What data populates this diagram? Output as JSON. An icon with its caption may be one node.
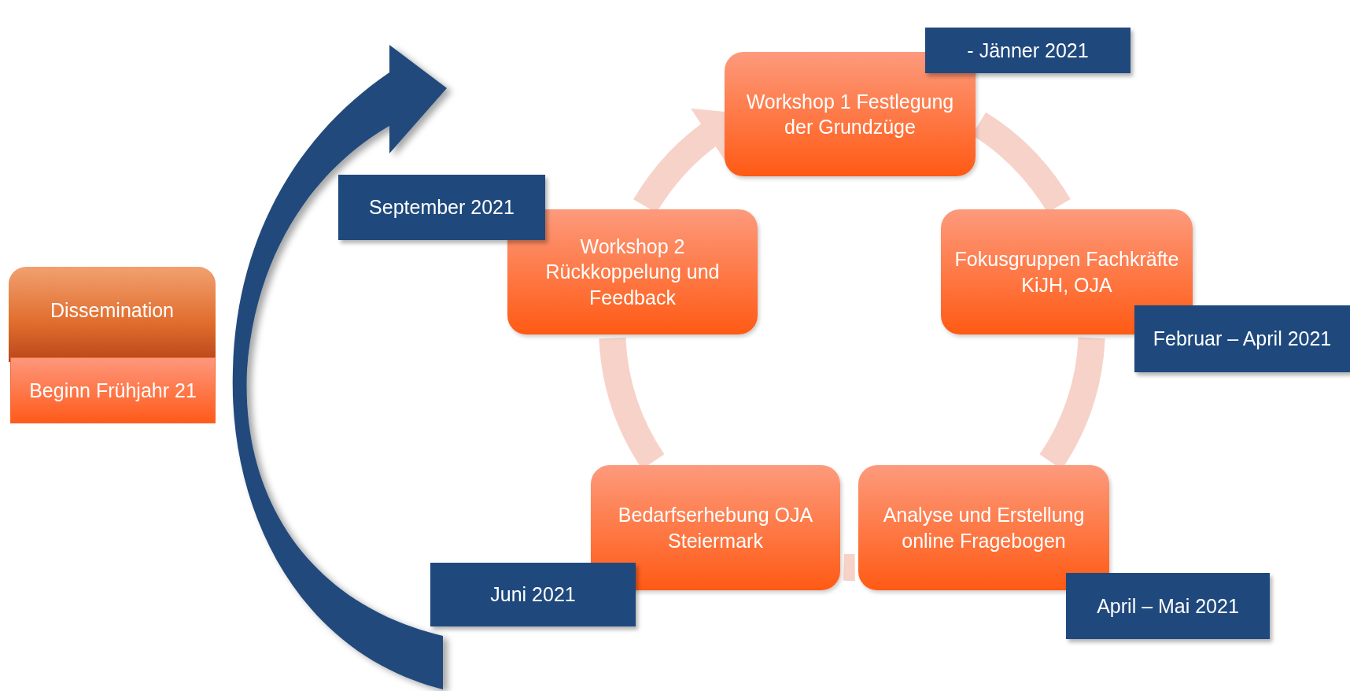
{
  "diagram": {
    "nodes": [
      {
        "text": [
          "- Jänner 2021"
        ]
      },
      {
        "text": [
          "Workshop 1 Festlegung der Grundzüge"
        ]
      },
      {
        "text": [
          "September 2021"
        ]
      },
      {
        "text": [
          "Workshop 2 Rückkoppelung und Feedback"
        ]
      },
      {
        "text": [
          "Fokusgruppen Fachkräfte KiJH, OJA"
        ]
      },
      {
        "text": [
          "Dissemination"
        ]
      },
      {
        "text": [
          "Februar – April 2021"
        ]
      },
      {
        "text": [
          "Beginn Frühjahr 21"
        ]
      },
      {
        "text": [
          "Bedarfserhebung OJA Steiermark"
        ]
      },
      {
        "text": [
          "Analyse und Erstellung online Fragebogen"
        ]
      },
      {
        "text": [
          "Juni 2021"
        ]
      },
      {
        "text": [
          "April – Mai 2021"
        ]
      }
    ],
    "edges": [
      {
        "from": 1,
        "to": 4,
        "arrow": "none"
      },
      {
        "from": 4,
        "to": 9,
        "arrow": "none"
      },
      {
        "from": 9,
        "to": 8,
        "arrow": "none"
      },
      {
        "from": 8,
        "to": 3,
        "arrow": "none"
      },
      {
        "from": 3,
        "to": 1,
        "arrow": "to"
      }
    ]
  }
}
